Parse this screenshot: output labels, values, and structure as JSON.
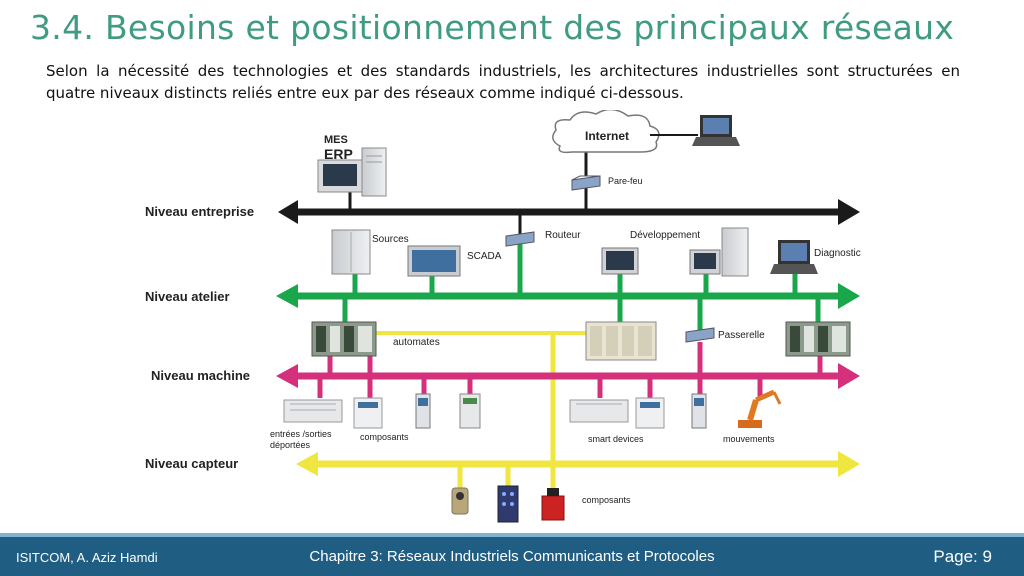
{
  "slide": {
    "title": "3.4. Besoins et positionnement des principaux réseaux",
    "intro": "Selon la nécessité des technologies et des standards industriels, les architectures industrielles sont structurées en quatre niveaux distincts reliés entre eux par des réseaux comme indiqué ci-dessous."
  },
  "diagram": {
    "levels": {
      "entreprise": "Niveau entreprise",
      "atelier": "Niveau atelier",
      "machine": "Niveau machine",
      "capteur": "Niveau capteur"
    },
    "labels": {
      "mes": "MES",
      "erp": "ERP",
      "internet": "Internet",
      "parefeu": "Pare-feu",
      "sources": "Sources",
      "scada": "SCADA",
      "routeur": "Routeur",
      "developpement": "Développement",
      "diagnostic": "Diagnostic",
      "automates": "automates",
      "passerelle": "Passerelle",
      "es_line1": "entrées /sorties",
      "es_line2": "déportées",
      "composants_machine": "composants",
      "smart": "smart devices",
      "mouvements": "mouvements",
      "composants_capteur": "composants"
    },
    "colors": {
      "entreprise": "#1a1a1a",
      "atelier": "#1aa64a",
      "machine": "#d4307c",
      "capteur": "#f0e640"
    }
  },
  "footer": {
    "left": "ISITCOM, A. Aziz Hamdi",
    "center": "Chapitre 3: Réseaux Industriels Communicants et Protocoles",
    "page_label": "Page:",
    "page_number": "9"
  }
}
